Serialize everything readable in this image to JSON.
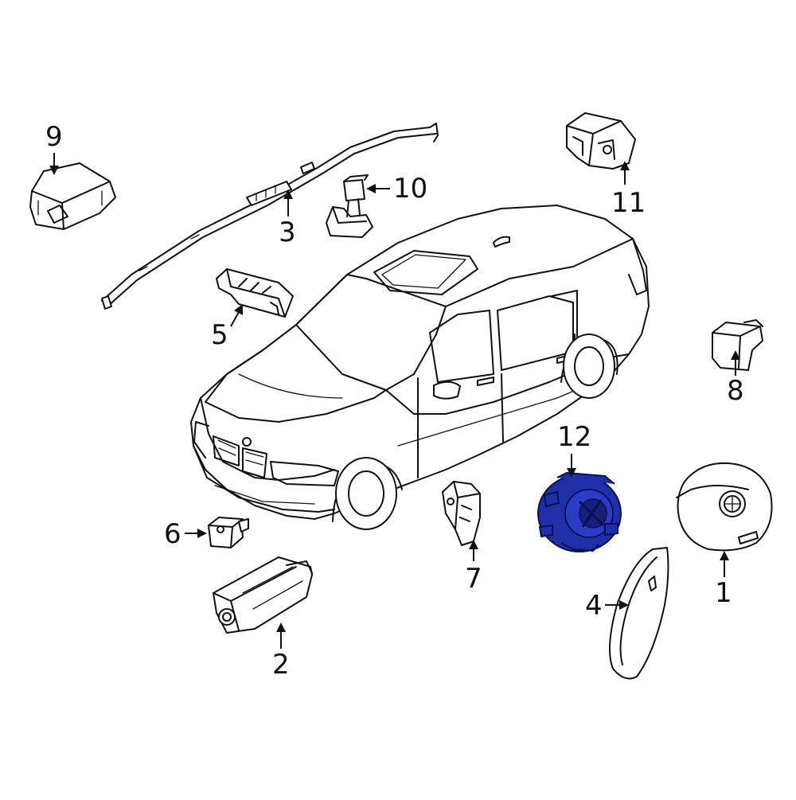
{
  "labels": {
    "p1": "1",
    "p2": "2",
    "p3": "3",
    "p4": "4",
    "p5": "5",
    "p6": "6",
    "p7": "7",
    "p8": "8",
    "p9": "9",
    "p10": "10",
    "p11": "11",
    "p12": "12"
  },
  "colors": {
    "line": "#111111",
    "highlight_fill": "#1f2fa8",
    "highlight_stroke": "#0a0f55",
    "background": "#ffffff"
  }
}
